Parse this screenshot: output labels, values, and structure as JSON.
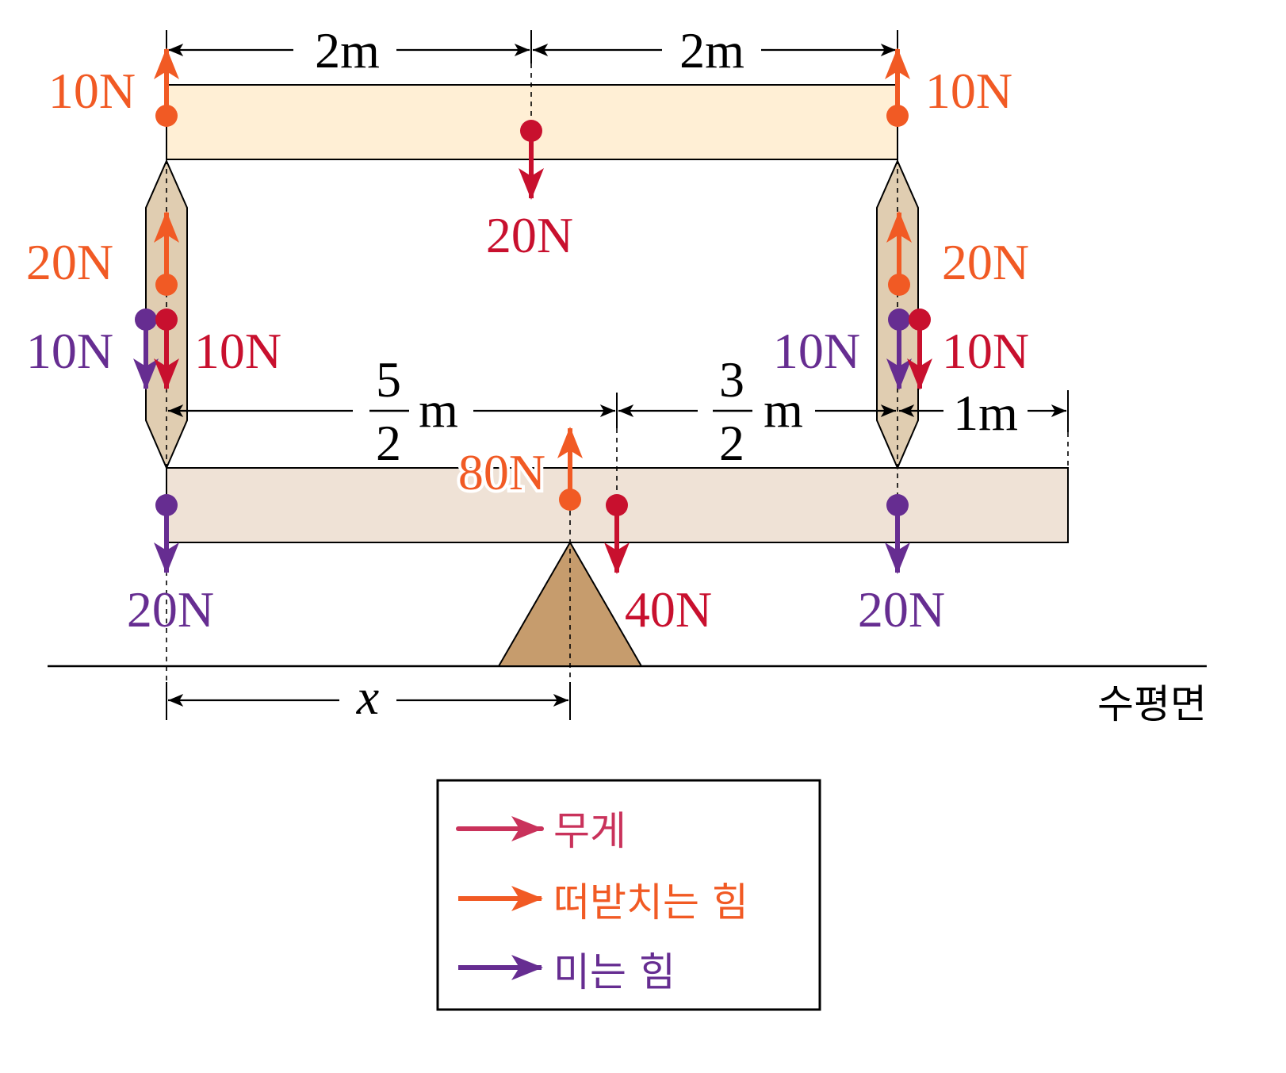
{
  "colors": {
    "weight": "#c8102e",
    "support": "#f15a24",
    "push": "#662d91",
    "legend_weight": "#c9325b",
    "top_beam": "#ffefd5",
    "bottom_beam": "#efe2d6",
    "post": "#e0cdb1",
    "fulcrum": "#c69c6d"
  },
  "dimensions": {
    "top_left": "2m",
    "top_right": "2m",
    "mid_left_num": "5",
    "mid_left_den": "2",
    "mid_left_unit": "m",
    "mid_right_num": "3",
    "mid_right_den": "2",
    "mid_right_unit": "m",
    "mid_end": "1m",
    "x_label": "x"
  },
  "forces": {
    "top_left_support": "10N",
    "top_right_support": "10N",
    "top_beam_weight": "20N",
    "left_post_support": "20N",
    "left_post_push": "10N",
    "left_post_weight": "10N",
    "right_post_support": "20N",
    "right_post_push": "10N",
    "right_post_weight": "10N",
    "bottom_left_push": "20N",
    "fulcrum_support": "80N",
    "bottom_beam_weight": "40N",
    "bottom_right_push": "20N"
  },
  "ground_label": "수평면",
  "legend": {
    "items": [
      {
        "label": "무게"
      },
      {
        "label": "떠받치는 힘"
      },
      {
        "label": "미는 힘"
      }
    ]
  }
}
